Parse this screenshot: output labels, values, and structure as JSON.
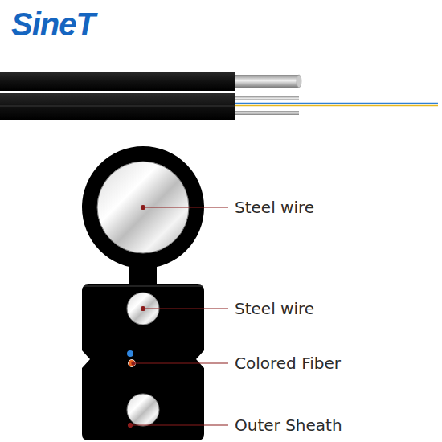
{
  "diagram": {
    "labels": [
      "SineT",
      "Steel wire",
      "Steel wire",
      "Colored Fiber",
      "Outer Sheath"
    ]
  }
}
